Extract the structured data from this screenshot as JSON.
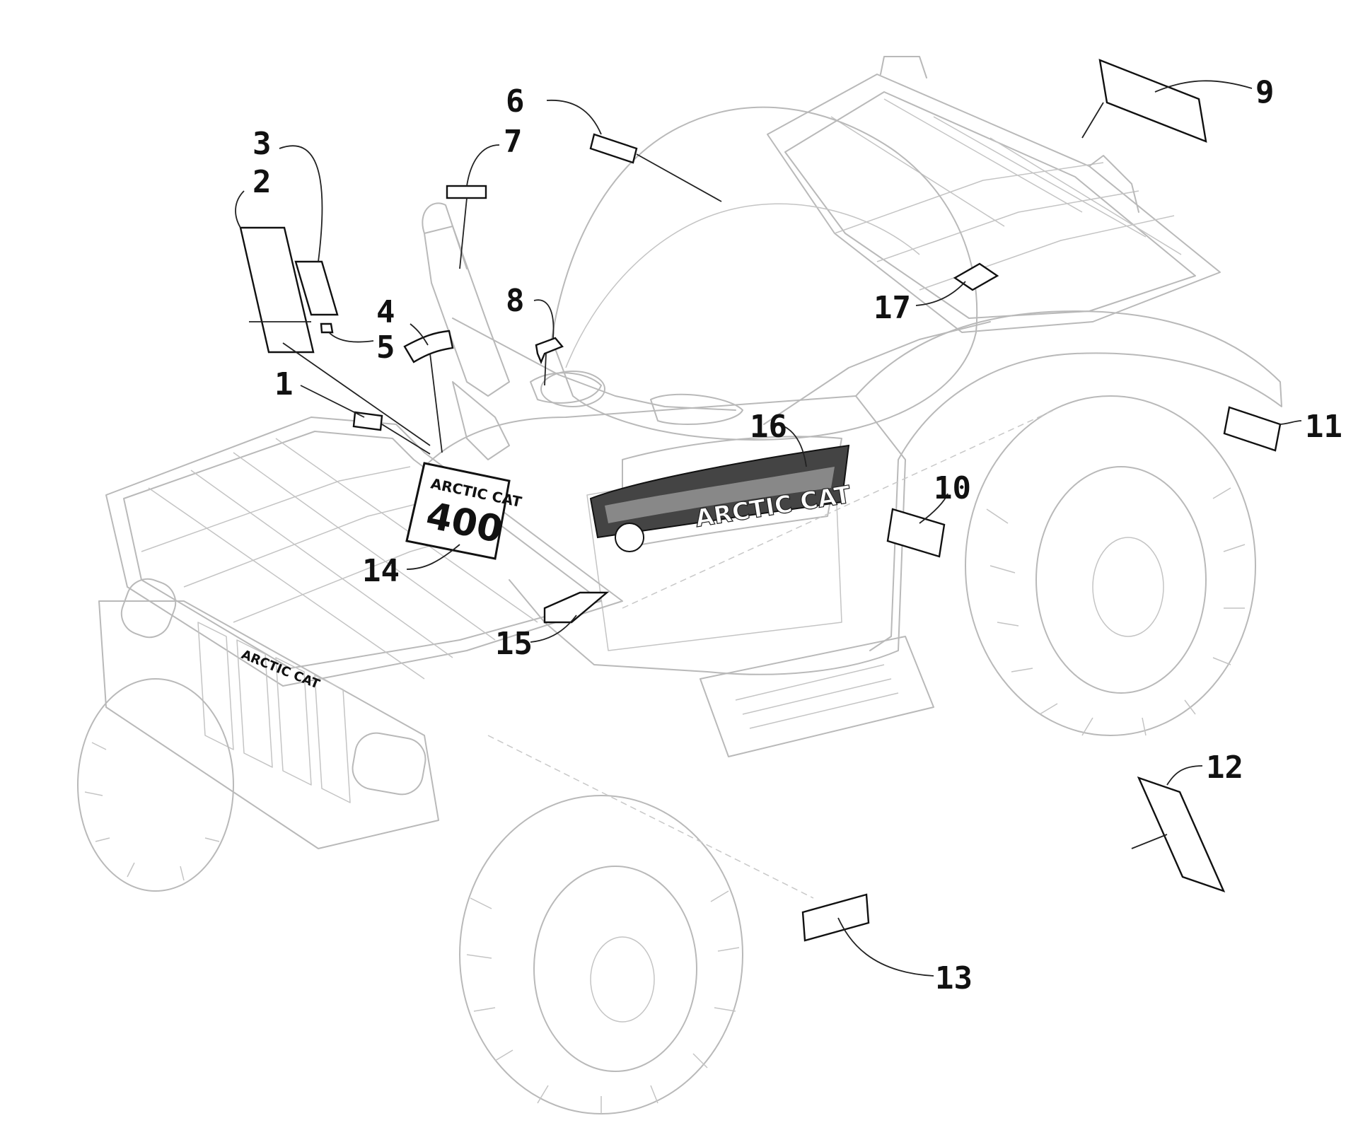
{
  "callouts": {
    "c1": "1",
    "c2": "2",
    "c3": "3",
    "c4": "4",
    "c5": "5",
    "c6": "6",
    "c7": "7",
    "c8": "8",
    "c9": "9",
    "c10": "10",
    "c11": "11",
    "c12": "12",
    "c13": "13",
    "c14": "14",
    "c15": "15",
    "c16": "16",
    "c17": "17"
  },
  "decal_text": {
    "brand_front": "ARCTIC CAT",
    "model_number": "400",
    "brand_side": "ARCTIC CAT",
    "grille_brand": "ARCTIC CAT"
  },
  "colors": {
    "line_art": "#b9b9b9",
    "decal_outline": "#111111",
    "callout_text": "#111111"
  }
}
